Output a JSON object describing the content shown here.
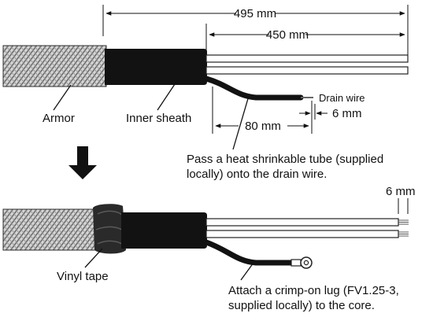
{
  "colors": {
    "armor_fill": "#d6d6d6",
    "armor_weave": "#6e6e6e",
    "sheath": "#121212",
    "core_stroke": "#222222",
    "tape": "#2a2a2a",
    "ink": "#111111",
    "background": "#ffffff"
  },
  "top_diagram": {
    "dim_total": "495 mm",
    "dim_cores": "450 mm",
    "dim_drain": "80 mm",
    "dim_strip": "6 mm",
    "label_armor": "Armor",
    "label_inner_sheath": "Inner sheath",
    "label_drain_wire": "Drain wire",
    "note_line1": "Pass a heat shrinkable tube (supplied",
    "note_line2": "locally) onto the drain wire."
  },
  "bottom_diagram": {
    "dim_strip": "6 mm",
    "label_vinyl_tape": "Vinyl tape",
    "note_line1": "Attach a crimp-on lug (FV1.25-3,",
    "note_line2": "supplied locally) to the core."
  }
}
